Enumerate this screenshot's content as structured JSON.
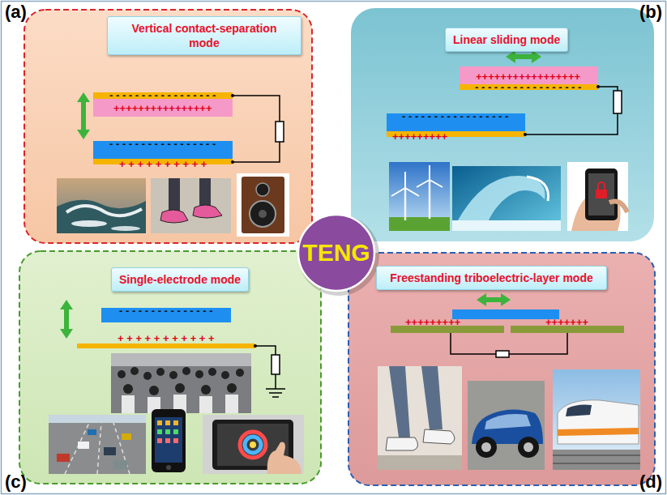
{
  "diagram": {
    "nodes": [
      {
        "text": [
          "Vertical contact-separation mode"
        ]
      },
      {
        "text": [
          "Linear sliding mode"
        ]
      },
      {
        "text": [
          "TENG"
        ]
      },
      {
        "text": [
          "Single-electrode mode"
        ]
      },
      {
        "text": [
          "Freestanding triboelectric-layer mode"
        ]
      }
    ],
    "labels": [
      "(a)",
      "(b)",
      "(c)",
      "(d)",
      "- - - - - - - - - - - - - - - - -",
      "++++++++++++++++",
      "- - - - - - - - - - - - - - - - -",
      "+ + + + + + + + + +",
      "+++++++++++++++++",
      "- - - - - - - - - - - - - - - - -",
      "- - - - - - - - - - - - - - - - -",
      "+++++++++",
      "- - - - - - - - - - - - - - -",
      "+ + + + + + + + + + +",
      "+++++++++",
      "+++++++"
    ]
  }
}
